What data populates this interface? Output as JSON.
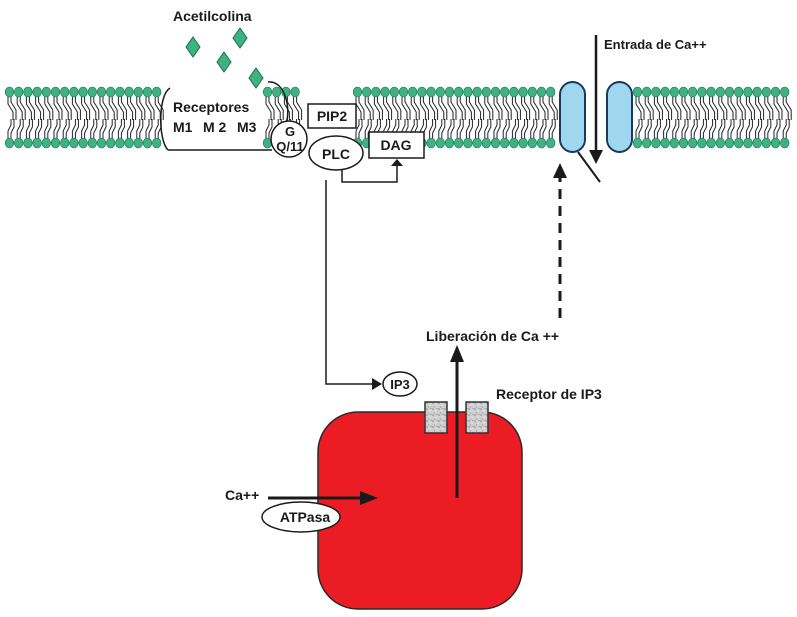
{
  "diagram": {
    "title": "Vía de señalización de receptores muscarínicos y liberación de Ca++",
    "ligand": {
      "label": "Acetilcolina",
      "molecule_count": 4,
      "color": "#3db384"
    },
    "membrane": {
      "head_color": "#3db384",
      "head_outline": "#1f6b4c",
      "tail_color": "#222222"
    },
    "receptors": {
      "title": "Receptores",
      "subtypes": [
        "M1",
        "M 2",
        "M3"
      ]
    },
    "g_protein": {
      "line1": "G",
      "line2": "Q/11"
    },
    "pip2": {
      "label": "PIP2"
    },
    "plc": {
      "label": "PLC"
    },
    "dag": {
      "label": "DAG"
    },
    "ip3": {
      "label": "IP3"
    },
    "calcium_channel": {
      "label": "Entrada de Ca++",
      "color": "#9fd6f0",
      "outline": "#1a3a5a"
    },
    "release": {
      "label": "Liberación de Ca ++"
    },
    "ip3_receptor": {
      "label": "Receptor de IP3",
      "color": "#c8c8c8"
    },
    "reticulum": {
      "color": "#ec1c24",
      "outline": "#2a2a2a"
    },
    "atpase": {
      "ion_label": "Ca++",
      "pump_label": "ATPasa"
    }
  }
}
